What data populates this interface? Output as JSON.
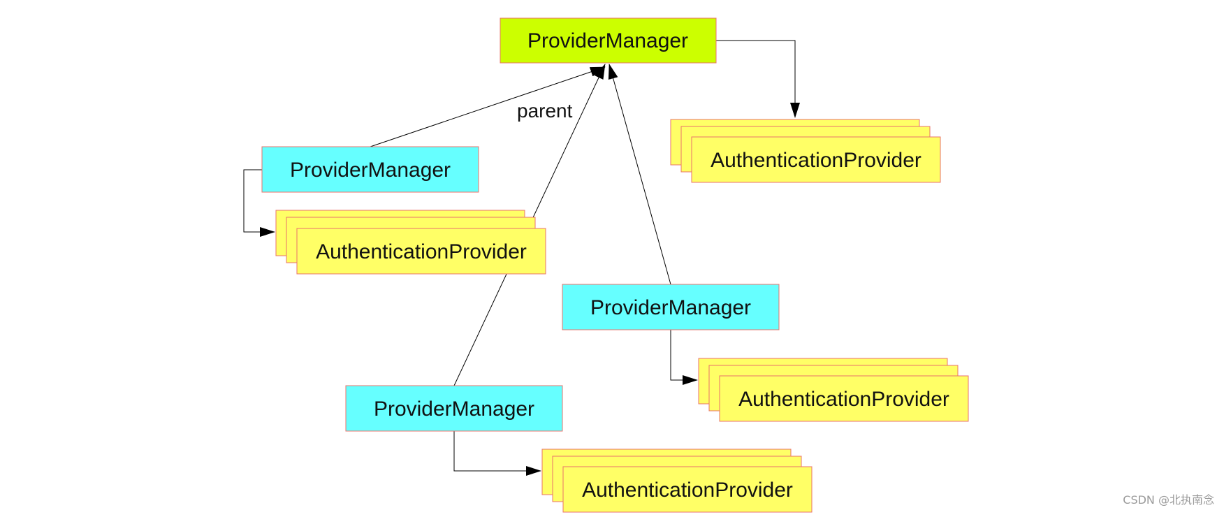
{
  "diagram": {
    "root": {
      "label": "ProviderManager",
      "fill": "#ccff00"
    },
    "child_managers": [
      {
        "label": "ProviderManager",
        "fill": "#66ffff"
      },
      {
        "label": "ProviderManager",
        "fill": "#66ffff"
      },
      {
        "label": "ProviderManager",
        "fill": "#66ffff"
      }
    ],
    "provider_stacks": [
      {
        "label": "AuthenticationProvider",
        "fill": "#ffff66"
      },
      {
        "label": "AuthenticationProvider",
        "fill": "#ffff66"
      },
      {
        "label": "AuthenticationProvider",
        "fill": "#ffff66"
      },
      {
        "label": "AuthenticationProvider",
        "fill": "#ffff66"
      }
    ],
    "edge_label": "parent",
    "box_border_color": "#e8736b"
  },
  "watermark": "CSDN @北执南念"
}
